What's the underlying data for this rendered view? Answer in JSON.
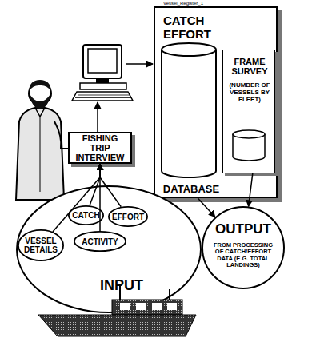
{
  "diagram": {
    "nodes": [
      {
        "text": [
          "CATCH EFFORT",
          "DATABASE"
        ]
      },
      {
        "text": [
          "FRAME SURVEY",
          "(NUMBER OF VESSELS BY FLEET)"
        ],
        "in": 0
      },
      {
        "text": [
          "FISHING TRIP INTERVIEW"
        ]
      },
      {
        "text": [
          "OUTPUT",
          "FROM PROCESSING OF CATCH/EFFORT DATA (E.G. TOTAL LANDINGS)"
        ]
      },
      {
        "text": [
          "INPUT"
        ]
      },
      {
        "text": [
          "CATCH"
        ],
        "in": 4
      },
      {
        "text": [
          "EFFORT"
        ],
        "in": 4
      },
      {
        "text": [
          "VESSEL DETAILS"
        ],
        "in": 4
      },
      {
        "text": [
          "ACTIVITY"
        ],
        "in": 4
      }
    ],
    "edges": [
      {
        "from": 5,
        "to": 2,
        "arrow": "to"
      },
      {
        "from": 6,
        "to": 2,
        "arrow": "to"
      },
      {
        "from": 7,
        "to": 2,
        "arrow": "to"
      },
      {
        "from": 8,
        "to": 2,
        "arrow": "to"
      },
      {
        "from": 0,
        "to": 3,
        "arrow": "to"
      },
      {
        "from": 1,
        "to": 3,
        "arrow": "to"
      }
    ],
    "labels": [
      "Vessel_Register_1"
    ]
  }
}
